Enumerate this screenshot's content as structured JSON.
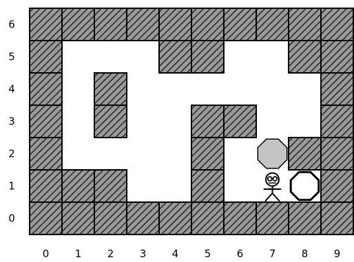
{
  "board": {
    "cols": 10,
    "rows": 7,
    "x_labels": [
      "0",
      "1",
      "2",
      "3",
      "4",
      "5",
      "6",
      "7",
      "8",
      "9"
    ],
    "y_labels": [
      "0",
      "1",
      "2",
      "3",
      "4",
      "5",
      "6"
    ],
    "walls": [
      [
        0,
        6
      ],
      [
        1,
        6
      ],
      [
        2,
        6
      ],
      [
        3,
        6
      ],
      [
        4,
        6
      ],
      [
        5,
        6
      ],
      [
        6,
        6
      ],
      [
        7,
        6
      ],
      [
        8,
        6
      ],
      [
        9,
        6
      ],
      [
        0,
        5
      ],
      [
        4,
        5
      ],
      [
        5,
        5
      ],
      [
        8,
        5
      ],
      [
        9,
        5
      ],
      [
        0,
        4
      ],
      [
        2,
        4
      ],
      [
        9,
        4
      ],
      [
        0,
        3
      ],
      [
        2,
        3
      ],
      [
        5,
        3
      ],
      [
        6,
        3
      ],
      [
        9,
        3
      ],
      [
        0,
        2
      ],
      [
        5,
        2
      ],
      [
        8,
        2
      ],
      [
        9,
        2
      ],
      [
        0,
        1
      ],
      [
        1,
        1
      ],
      [
        2,
        1
      ],
      [
        5,
        1
      ],
      [
        9,
        1
      ],
      [
        0,
        0
      ],
      [
        1,
        0
      ],
      [
        2,
        0
      ],
      [
        3,
        0
      ],
      [
        4,
        0
      ],
      [
        5,
        0
      ],
      [
        6,
        0
      ],
      [
        7,
        0
      ],
      [
        8,
        0
      ],
      [
        9,
        0
      ]
    ],
    "boxes": [
      [
        7,
        2
      ]
    ],
    "targets": [
      [
        8,
        1
      ]
    ],
    "player": [
      7,
      1
    ],
    "colors": {
      "wall_fill": "#9a9a9a",
      "wall_stripe": "#2a2a2a",
      "box_fill": "#c4c4c4",
      "target_fill": "#ffffff",
      "outline": "#000000",
      "floor": "#ffffff"
    }
  }
}
